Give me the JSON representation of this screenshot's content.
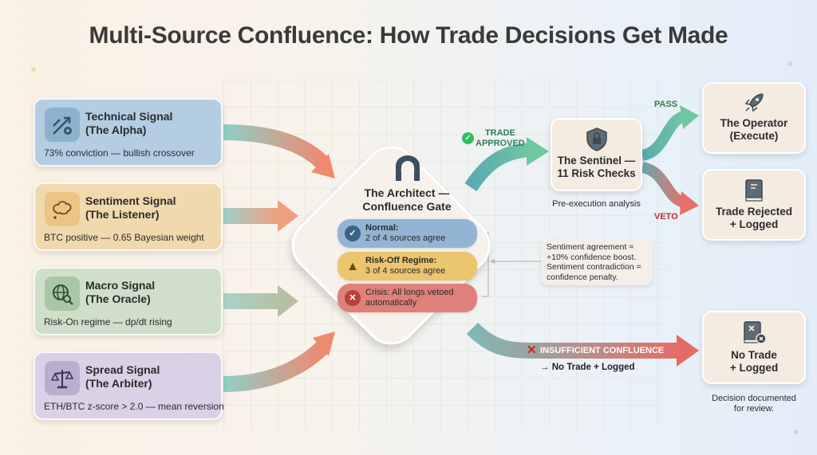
{
  "title": "Multi-Source Confluence: How Trade Decisions Get Made",
  "signals": [
    {
      "title1": "Technical Signal",
      "title2": "(The Alpha)",
      "detail": "73% conviction — bullish crossover",
      "icon": "trend-gear-icon",
      "color": "#b4cde3"
    },
    {
      "title1": "Sentiment Signal",
      "title2": "(The Listener)",
      "detail": "BTC positive — 0.65 Bayesian weight",
      "icon": "thought-bubble-icon",
      "color": "#f1d9ae"
    },
    {
      "title1": "Macro Signal",
      "title2": "(The Oracle)",
      "detail": "Risk-On regime — dp/dt rising",
      "icon": "globe-search-icon",
      "color": "#cfdfc9"
    },
    {
      "title1": "Spread Signal",
      "title2": "(The Arbiter)",
      "detail": "ETH/BTC z-score > 2.0 — mean reversion",
      "icon": "scales-icon",
      "color": "#d9d1e6"
    }
  ],
  "gate": {
    "title1": "The Architect —",
    "title2": "Confluence Gate",
    "rules": [
      {
        "label": "Normal:",
        "detail": "2 of 4 sources agree",
        "icon": "check-icon",
        "color": "#93b4d3"
      },
      {
        "label": "Risk-Off Regime:",
        "detail": "3 of 4 sources agree",
        "icon": "warning-icon",
        "color": "#ecc56f"
      },
      {
        "label": "Crisis: All longs vetoed",
        "detail": "automatically",
        "icon": "x-icon",
        "color": "#df807a"
      }
    ]
  },
  "note": [
    "Sentiment agreement =",
    "+10% confidence boost.",
    "Sentiment contradiction =",
    "confidence penalty."
  ],
  "approved": {
    "line1": "TRADE",
    "line2": "APPROVED"
  },
  "sentinel": {
    "title1": "The Sentinel —",
    "title2": "11 Risk Checks",
    "caption": "Pre-execution analysis"
  },
  "pass_label": "PASS",
  "veto_label": "VETO",
  "operator": {
    "title1": "The Operator",
    "title2": "(Execute)"
  },
  "rejected": {
    "title1": "Trade Rejected",
    "title2": "+ Logged"
  },
  "insufficient": {
    "label": "INSUFFICIENT CONFLUENCE",
    "sub": "→ No Trade + Logged"
  },
  "notrade": {
    "title1": "No Trade",
    "title2": "+ Logged",
    "caption1": "Decision documented",
    "caption2": "for review."
  }
}
